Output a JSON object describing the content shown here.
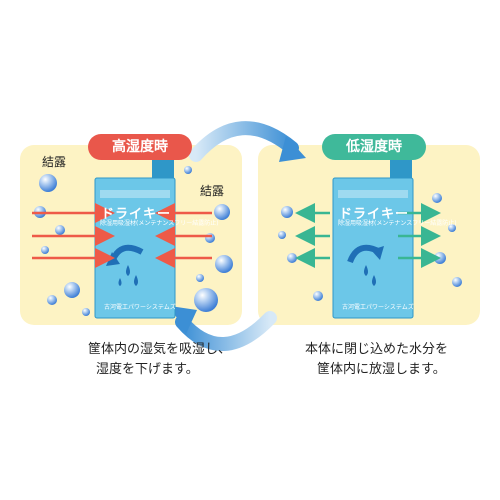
{
  "panels": {
    "high": {
      "badge": "高湿度時",
      "condensation_left": "結露",
      "condensation_right": "結露",
      "caption_line1": "筐体内の湿気を吸湿し、",
      "caption_line2": "湿度を下げます。",
      "card": {
        "title": "ドライキー",
        "subtitle": "除湿用吸湿材(メンテナンスフリー結露防止)",
        "footer": "古河電工パワーシステムズ"
      }
    },
    "low": {
      "badge": "低湿度時",
      "caption_line1": "本体に閉じ込めた水分を",
      "caption_line2": "筐体内に放湿します。",
      "card": {
        "title": "ドライキー",
        "subtitle": "除湿用吸湿材(メンテナンスフリー結露防止)",
        "footer": "古河電工パワーシステムズ"
      }
    }
  },
  "colors": {
    "panel_bg": "#fdf3c4",
    "high_badge": "#e9574b",
    "low_badge": "#3fb99a",
    "card": "#6cc7e8",
    "card_dark": "#2f97c8",
    "red_arrow": "#ee5a48",
    "teal_arrow": "#39b693",
    "cycle_arrow": "#4a9bd8",
    "bubble": "#5b93dc"
  },
  "icons": [
    "droplet-icon",
    "water-bubble-icon",
    "cycle-arrow-icon"
  ]
}
